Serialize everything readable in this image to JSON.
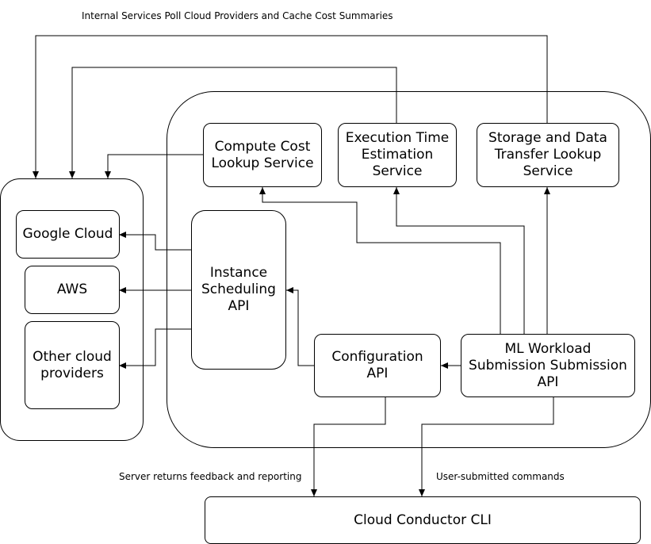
{
  "notes": {
    "top": "Internal Services Poll Cloud Providers and Cache Cost Summaries",
    "feedback": "Server returns feedback and reporting",
    "commands": "User-submitted commands"
  },
  "nodes": {
    "compute_cost": "Compute Cost\nLookup Service",
    "execution_time": "Execution Time\nEstimation\nService",
    "storage_transfer": "Storage and Data\nTransfer Lookup\nService",
    "google_cloud": "Google Cloud",
    "aws": "AWS",
    "other_cloud": "Other cloud\nproviders",
    "instance_scheduling": "Instance\nScheduling\nAPI",
    "configuration": "Configuration\nAPI",
    "ml_workload": "ML Workload\nSubmission Submission\nAPI",
    "cli": "Cloud Conductor CLI"
  },
  "colors": {
    "stroke": "#000000",
    "background": "#ffffff"
  }
}
